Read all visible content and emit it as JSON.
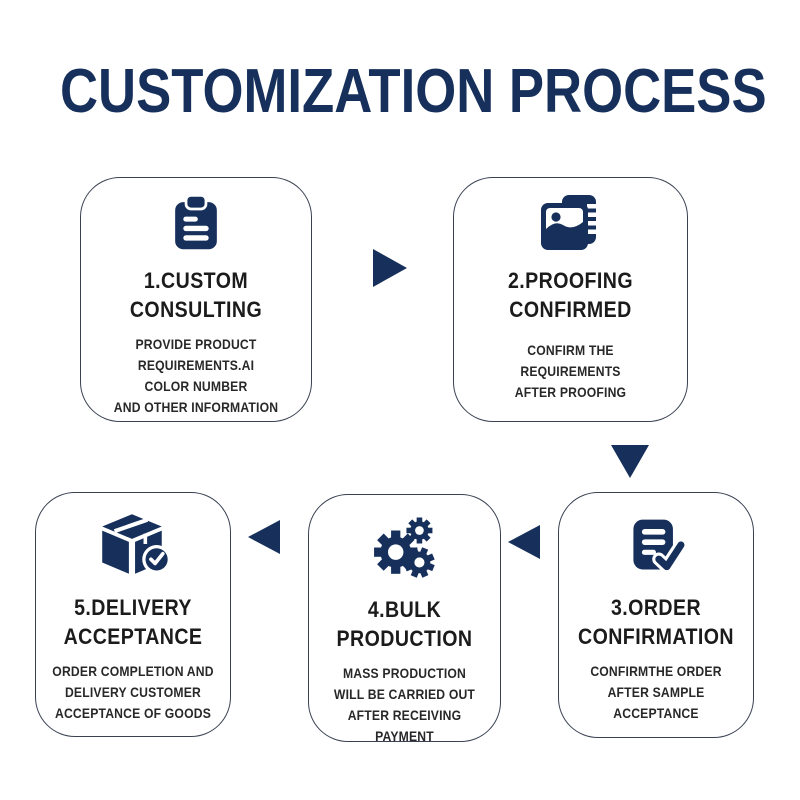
{
  "title": "CUSTOMIZATION PROCESS",
  "colors": {
    "accent": "#16305B",
    "card_border": "#3A4252",
    "title_text": "#1B1B1B",
    "desc_text": "#282828",
    "background": "#FFFFFF"
  },
  "steps": [
    {
      "icon": "clipboard-icon",
      "title": "1.CUSTOM\nCONSULTING",
      "description": "PROVIDE PRODUCT\nREQUIREMENTS.AI\nCOLOR NUMBER\nAND OTHER INFORMATION"
    },
    {
      "icon": "photo-proof-icon",
      "title": "2.PROOFING\nCONFIRMED",
      "description": "CONFIRM THE\nREQUIREMENTS\nAFTER PROOFING"
    },
    {
      "icon": "document-check-icon",
      "title": "3.ORDER\nCONFIRMATION",
      "description": "CONFIRMTHE ORDER\nAFTER SAMPLE\nACCEPTANCE"
    },
    {
      "icon": "gears-icon",
      "title": "4.BULK\nPRODUCTION",
      "description": "MASS PRODUCTION\nWILL BE CARRIED OUT\nAFTER RECEIVING\nPAYMENT"
    },
    {
      "icon": "package-check-icon",
      "title": "5.DELIVERY\nACCEPTANCE",
      "description": "ORDER COMPLETION AND\nDELIVERY CUSTOMER\nACCEPTANCE OF GOODS"
    }
  ],
  "arrows": [
    {
      "name": "arrow-right-icon",
      "direction": "right",
      "from_step": 1,
      "to_step": 2
    },
    {
      "name": "arrow-down-icon",
      "direction": "down",
      "from_step": 2,
      "to_step": 3
    },
    {
      "name": "arrow-left-icon-1",
      "direction": "left",
      "from_step": 3,
      "to_step": 4
    },
    {
      "name": "arrow-left-icon-2",
      "direction": "left",
      "from_step": 4,
      "to_step": 5
    }
  ]
}
